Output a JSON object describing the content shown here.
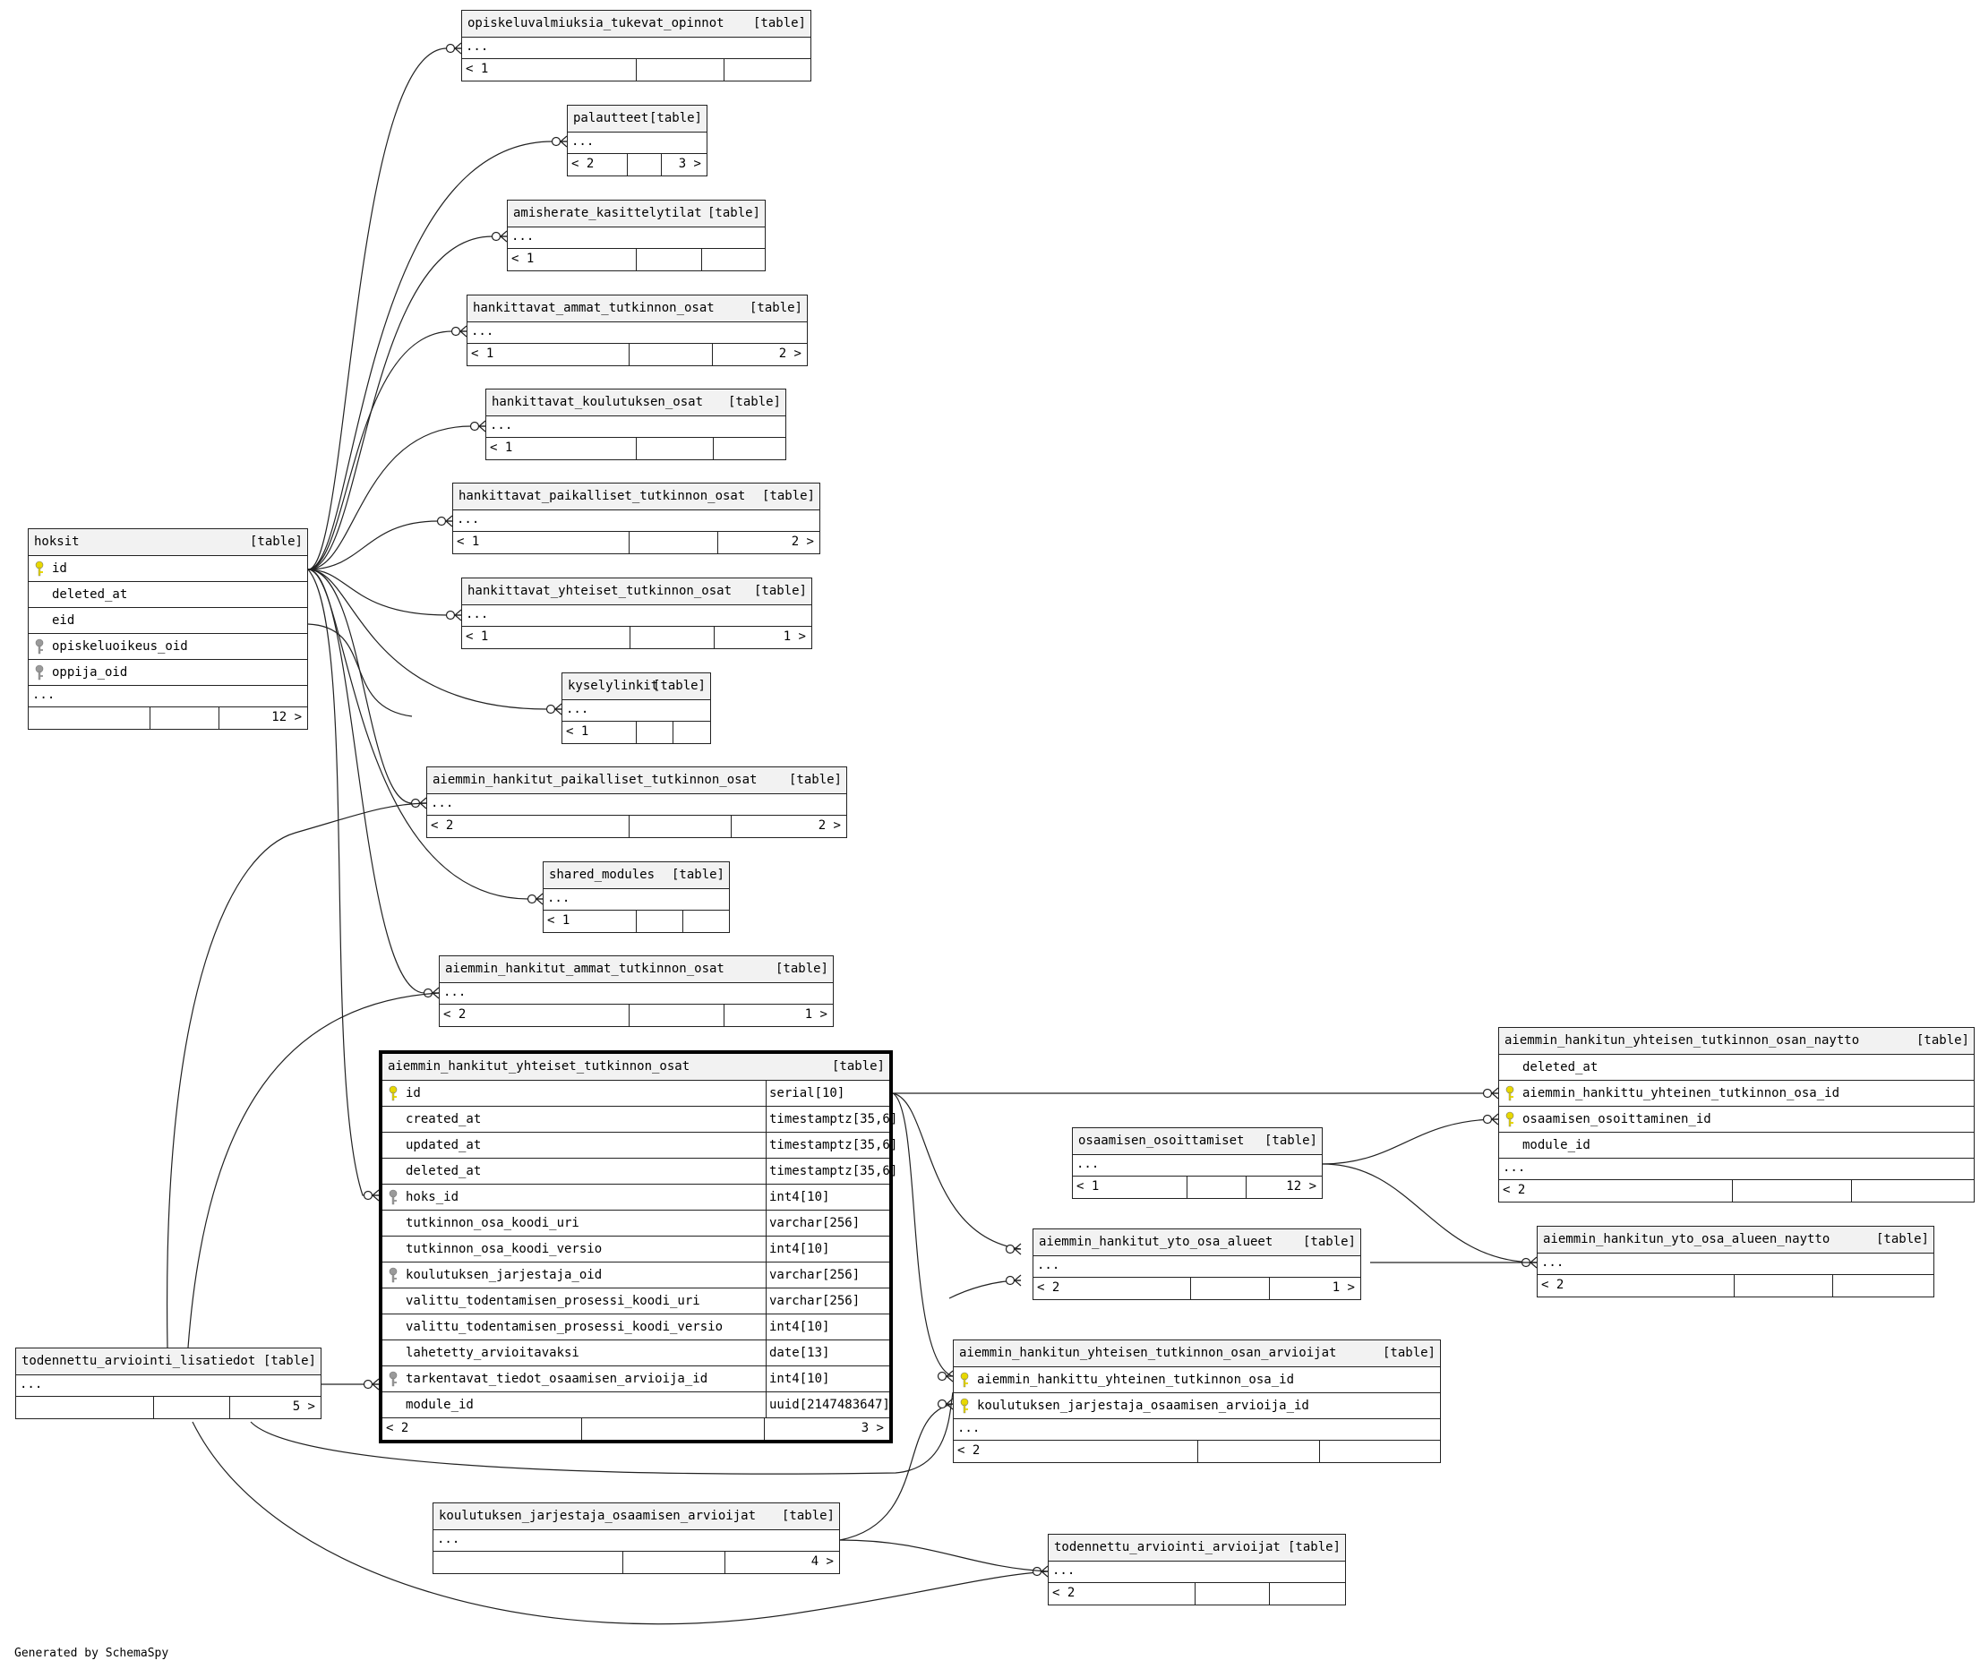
{
  "footer_text": "Generated by SchemaSpy",
  "icons": {
    "primary_key": "gold-key-icon",
    "foreign_key": "gray-key-icon"
  },
  "colors": {
    "primary_key": "#e8d800",
    "foreign_key": "#9a9a9a",
    "header_bg": "#f2f2f2"
  },
  "tables": {
    "opiskeluvalmiuksia_tukevat_opinnot": {
      "name": "opiskeluvalmiuksia_tukevat_opinnot",
      "kind": "[table]",
      "ellipsis": "...",
      "left": "< 1",
      "right": ""
    },
    "palautteet": {
      "name": "palautteet",
      "kind": "[table]",
      "ellipsis": "...",
      "left": "< 2",
      "right": "3 >"
    },
    "amisherate_kasittelytilat": {
      "name": "amisherate_kasittelytilat",
      "kind": "[table]",
      "ellipsis": "...",
      "left": "< 1",
      "right": ""
    },
    "hankittavat_ammat_tutkinnon_osat": {
      "name": "hankittavat_ammat_tutkinnon_osat",
      "kind": "[table]",
      "ellipsis": "...",
      "left": "< 1",
      "right": "2 >"
    },
    "hankittavat_koulutuksen_osat": {
      "name": "hankittavat_koulutuksen_osat",
      "kind": "[table]",
      "ellipsis": "...",
      "left": "< 1",
      "right": ""
    },
    "hankittavat_paikalliset_tutkinnon_osat": {
      "name": "hankittavat_paikalliset_tutkinnon_osat",
      "kind": "[table]",
      "ellipsis": "...",
      "left": "< 1",
      "right": "2 >"
    },
    "hankittavat_yhteiset_tutkinnon_osat": {
      "name": "hankittavat_yhteiset_tutkinnon_osat",
      "kind": "[table]",
      "ellipsis": "...",
      "left": "< 1",
      "right": "1 >"
    },
    "kyselylinkit": {
      "name": "kyselylinkit",
      "kind": "[table]",
      "ellipsis": "...",
      "left": "< 1",
      "right": ""
    },
    "aiemmin_hankitut_paikalliset_tutkinnon_osat": {
      "name": "aiemmin_hankitut_paikalliset_tutkinnon_osat",
      "kind": "[table]",
      "ellipsis": "...",
      "left": "< 2",
      "right": "2 >"
    },
    "shared_modules": {
      "name": "shared_modules",
      "kind": "[table]",
      "ellipsis": "...",
      "left": "< 1",
      "right": ""
    },
    "aiemmin_hankitut_ammat_tutkinnon_osat": {
      "name": "aiemmin_hankitut_ammat_tutkinnon_osat",
      "kind": "[table]",
      "ellipsis": "...",
      "left": "< 2",
      "right": "1 >"
    },
    "hoksit": {
      "name": "hoksit",
      "kind": "[table]",
      "ellipsis": "...",
      "left": "",
      "right": "12 >",
      "columns": [
        {
          "name": "id",
          "key": "pk"
        },
        {
          "name": "deleted_at",
          "key": ""
        },
        {
          "name": "eid",
          "key": ""
        },
        {
          "name": "opiskeluoikeus_oid",
          "key": "fk"
        },
        {
          "name": "oppija_oid",
          "key": "fk"
        }
      ]
    },
    "aiemmin_hankitut_yhteiset_tutkinnon_osat": {
      "name": "aiemmin_hankitut_yhteiset_tutkinnon_osat",
      "kind": "[table]",
      "left": "< 2",
      "right": "3 >",
      "columns": [
        {
          "name": "id",
          "type": "serial[10]",
          "key": "pk"
        },
        {
          "name": "created_at",
          "type": "timestamptz[35,6]",
          "key": ""
        },
        {
          "name": "updated_at",
          "type": "timestamptz[35,6]",
          "key": ""
        },
        {
          "name": "deleted_at",
          "type": "timestamptz[35,6]",
          "key": ""
        },
        {
          "name": "hoks_id",
          "type": "int4[10]",
          "key": "fk"
        },
        {
          "name": "tutkinnon_osa_koodi_uri",
          "type": "varchar[256]",
          "key": ""
        },
        {
          "name": "tutkinnon_osa_koodi_versio",
          "type": "int4[10]",
          "key": ""
        },
        {
          "name": "koulutuksen_jarjestaja_oid",
          "type": "varchar[256]",
          "key": "fk"
        },
        {
          "name": "valittu_todentamisen_prosessi_koodi_uri",
          "type": "varchar[256]",
          "key": ""
        },
        {
          "name": "valittu_todentamisen_prosessi_koodi_versio",
          "type": "int4[10]",
          "key": ""
        },
        {
          "name": "lahetetty_arvioitavaksi",
          "type": "date[13]",
          "key": ""
        },
        {
          "name": "tarkentavat_tiedot_osaamisen_arvioija_id",
          "type": "int4[10]",
          "key": "fk"
        },
        {
          "name": "module_id",
          "type": "uuid[2147483647]",
          "key": ""
        }
      ]
    },
    "todennettu_arviointi_lisatiedot": {
      "name": "todennettu_arviointi_lisatiedot",
      "kind": "[table]",
      "ellipsis": "...",
      "left": "",
      "right": "5 >"
    },
    "koulutuksen_jarjestaja_osaamisen_arvioijat": {
      "name": "koulutuksen_jarjestaja_osaamisen_arvioijat",
      "kind": "[table]",
      "ellipsis": "...",
      "left": "",
      "right": "4 >"
    },
    "osaamisen_osoittamiset": {
      "name": "osaamisen_osoittamiset",
      "kind": "[table]",
      "ellipsis": "...",
      "left": "< 1",
      "right": "12 >"
    },
    "aiemmin_hankitut_yto_osa_alueet": {
      "name": "aiemmin_hankitut_yto_osa_alueet",
      "kind": "[table]",
      "ellipsis": "...",
      "left": "< 2",
      "right": "1 >"
    },
    "aiemmin_hankitun_yhteisen_tutkinnon_osan_naytto": {
      "name": "aiemmin_hankitun_yhteisen_tutkinnon_osan_naytto",
      "kind": "[table]",
      "ellipsis": "...",
      "left": "< 2",
      "right": "",
      "columns": [
        {
          "name": "deleted_at",
          "key": ""
        },
        {
          "name": "aiemmin_hankittu_yhteinen_tutkinnon_osa_id",
          "key": "pk"
        },
        {
          "name": "osaamisen_osoittaminen_id",
          "key": "pk"
        },
        {
          "name": "module_id",
          "key": ""
        }
      ]
    },
    "aiemmin_hankitun_yto_osa_alueen_naytto": {
      "name": "aiemmin_hankitun_yto_osa_alueen_naytto",
      "kind": "[table]",
      "ellipsis": "...",
      "left": "< 2",
      "right": ""
    },
    "aiemmin_hankitun_yhteisen_tutkinnon_osan_arvioijat": {
      "name": "aiemmin_hankitun_yhteisen_tutkinnon_osan_arvioijat",
      "kind": "[table]",
      "ellipsis": "...",
      "left": "< 2",
      "right": "",
      "columns": [
        {
          "name": "aiemmin_hankittu_yhteinen_tutkinnon_osa_id",
          "key": "pk"
        },
        {
          "name": "koulutuksen_jarjestaja_osaamisen_arvioija_id",
          "key": "pk"
        }
      ]
    },
    "todennettu_arviointi_arvioijat": {
      "name": "todennettu_arviointi_arvioijat",
      "kind": "[table]",
      "ellipsis": "...",
      "left": "< 2",
      "right": ""
    }
  }
}
